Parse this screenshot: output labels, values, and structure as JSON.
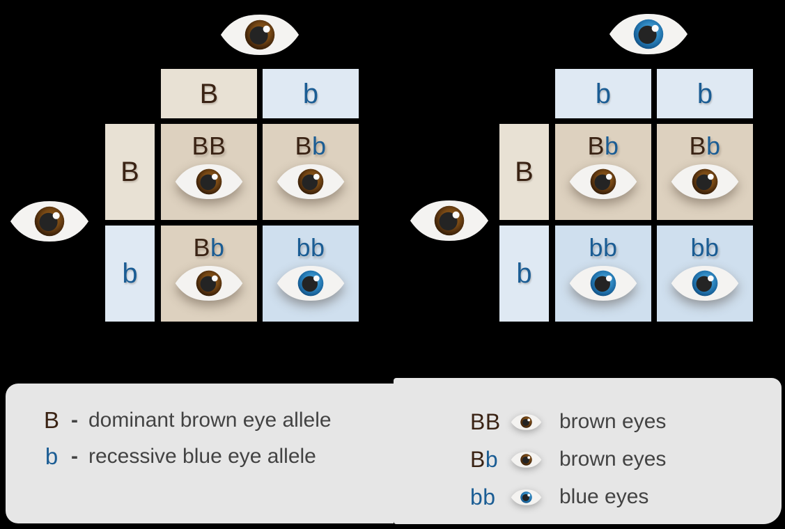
{
  "colors": {
    "background": "#000000",
    "tan_header": "#e8e1d4",
    "tan_cell": "#ddd1bf",
    "blue_header": "#dfe9f3",
    "blue_cell": "#cfdfee",
    "brown_letter": "#3a2314",
    "blue_letter": "#1b5d94",
    "legend_bg": "#e6e6e6",
    "legend_text": "#434343",
    "eye_white": "#f4f3f1",
    "pupil": "#242424",
    "iris_brown_stops": [
      "#8a5a1e",
      "#7a4a15",
      "#4a2a0c",
      "#2e1a06"
    ],
    "iris_blue_stops": [
      "#63aedc",
      "#3089c2",
      "#1a669f",
      "#10497a"
    ]
  },
  "punnett_squares": [
    {
      "name": "brown-eye-parents-cross",
      "top_parent": {
        "eye": "brown"
      },
      "side_parent": {
        "eye": "brown"
      },
      "col_headers": [
        {
          "letter": "B",
          "color": "brown"
        },
        {
          "letter": "b",
          "color": "blue"
        }
      ],
      "row_headers": [
        {
          "letter": "B",
          "color": "brown"
        },
        {
          "letter": "b",
          "color": "blue"
        }
      ],
      "cells": [
        {
          "genotype": [
            {
              "letter": "B",
              "color": "brown"
            },
            {
              "letter": "B",
              "color": "brown"
            }
          ],
          "eye": "brown",
          "bg": "tan"
        },
        {
          "genotype": [
            {
              "letter": "B",
              "color": "brown"
            },
            {
              "letter": "b",
              "color": "blue"
            }
          ],
          "eye": "brown",
          "bg": "tan"
        },
        {
          "genotype": [
            {
              "letter": "B",
              "color": "brown"
            },
            {
              "letter": "b",
              "color": "blue"
            }
          ],
          "eye": "brown",
          "bg": "tan"
        },
        {
          "genotype": [
            {
              "letter": "b",
              "color": "blue"
            },
            {
              "letter": "b",
              "color": "blue"
            }
          ],
          "eye": "blue",
          "bg": "blue"
        }
      ]
    },
    {
      "name": "brown-eye-blue-eye-parents-cross",
      "top_parent": {
        "eye": "blue"
      },
      "side_parent": {
        "eye": "brown"
      },
      "col_headers": [
        {
          "letter": "b",
          "color": "blue"
        },
        {
          "letter": "b",
          "color": "blue"
        }
      ],
      "row_headers": [
        {
          "letter": "B",
          "color": "brown"
        },
        {
          "letter": "b",
          "color": "blue"
        }
      ],
      "cells": [
        {
          "genotype": [
            {
              "letter": "B",
              "color": "brown"
            },
            {
              "letter": "b",
              "color": "blue"
            }
          ],
          "eye": "brown",
          "bg": "tan"
        },
        {
          "genotype": [
            {
              "letter": "B",
              "color": "brown"
            },
            {
              "letter": "b",
              "color": "blue"
            }
          ],
          "eye": "brown",
          "bg": "tan"
        },
        {
          "genotype": [
            {
              "letter": "b",
              "color": "blue"
            },
            {
              "letter": "b",
              "color": "blue"
            }
          ],
          "eye": "blue",
          "bg": "blue"
        },
        {
          "genotype": [
            {
              "letter": "b",
              "color": "blue"
            },
            {
              "letter": "b",
              "color": "blue"
            }
          ],
          "eye": "blue",
          "bg": "blue"
        }
      ]
    }
  ],
  "legend_alleles": {
    "separator": "-",
    "items": [
      {
        "symbol": "B",
        "color": "brown",
        "description": "dominant brown eye allele"
      },
      {
        "symbol": "b",
        "color": "blue",
        "description": "recessive blue eye allele"
      }
    ]
  },
  "legend_genotypes": {
    "items": [
      {
        "genotype": [
          {
            "letter": "B",
            "color": "brown"
          },
          {
            "letter": "B",
            "color": "brown"
          }
        ],
        "eye": "brown",
        "description": "brown eyes"
      },
      {
        "genotype": [
          {
            "letter": "B",
            "color": "brown"
          },
          {
            "letter": "b",
            "color": "blue"
          }
        ],
        "eye": "brown",
        "description": "brown eyes"
      },
      {
        "genotype": [
          {
            "letter": "b",
            "color": "blue"
          },
          {
            "letter": "b",
            "color": "blue"
          }
        ],
        "eye": "blue",
        "description": "blue eyes"
      }
    ]
  }
}
